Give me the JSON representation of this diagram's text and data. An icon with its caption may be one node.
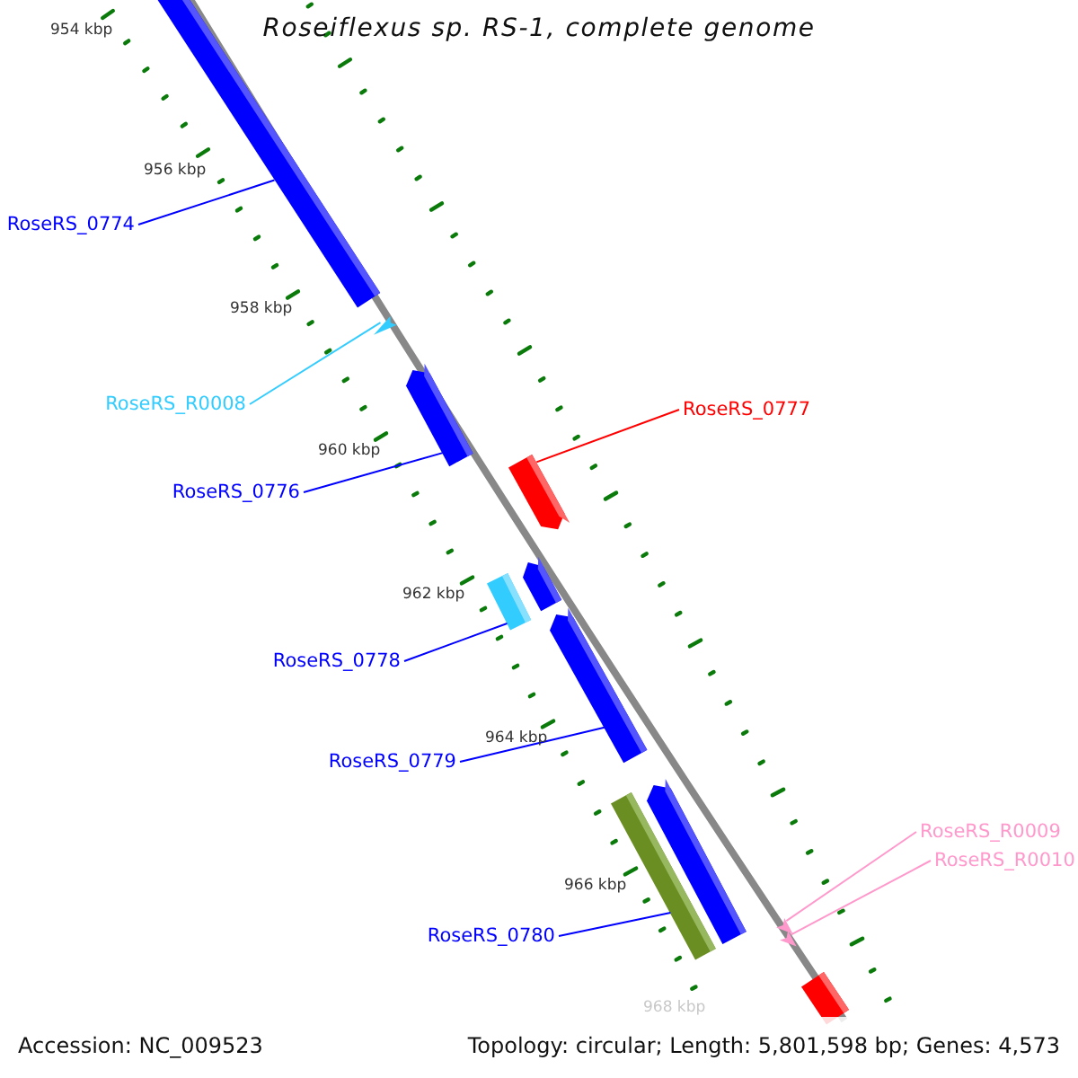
{
  "diagram": {
    "title": "Roseiflexus sp. RS-1, complete genome",
    "nodes": [
      {
        "text": [
          "RoseRS_0774"
        ]
      },
      {
        "text": [],
        "shape": "bar"
      },
      {
        "text": [
          "RoseRS_R0008"
        ]
      },
      {
        "text": [],
        "shape": "pentagon"
      },
      {
        "text": [
          "RoseRS_0776"
        ]
      },
      {
        "text": [],
        "shape": "pentagon"
      },
      {
        "text": [
          "RoseRS_0777"
        ]
      },
      {
        "text": [],
        "shape": "pentagon"
      },
      {
        "text": [],
        "shape": "pentagon"
      },
      {
        "text": [
          "RoseRS_0778"
        ]
      },
      {
        "text": [],
        "shape": "bar"
      },
      {
        "text": [
          "RoseRS_0779"
        ]
      },
      {
        "text": [],
        "shape": "pentagon"
      },
      {
        "text": [
          "RoseRS_R0009"
        ]
      },
      {
        "text": [
          "RoseRS_R0010"
        ]
      },
      {
        "text": [],
        "shape": "pentagon"
      },
      {
        "text": [],
        "shape": "pentagon"
      },
      {
        "text": [
          "RoseRS_0780"
        ]
      },
      {
        "text": [],
        "shape": "bar"
      },
      {
        "text": [],
        "shape": "pentagon"
      },
      {
        "text": [],
        "shape": "bar"
      }
    ],
    "edges": [
      {
        "from": 0,
        "to": 1,
        "arrow": "none"
      },
      {
        "from": 2,
        "to": 3,
        "arrow": "none",
        "color": "#33ccff"
      },
      {
        "from": 4,
        "to": 5,
        "arrow": "none"
      },
      {
        "from": 6,
        "to": 7,
        "arrow": "none",
        "color": "#ff0000"
      },
      {
        "from": 9,
        "to": 10,
        "arrow": "none"
      },
      {
        "from": 11,
        "to": 12,
        "arrow": "none"
      },
      {
        "from": 13,
        "to": 15,
        "arrow": "none",
        "color": "#ff99cc"
      },
      {
        "from": 14,
        "to": 16,
        "arrow": "none",
        "color": "#ff99cc"
      },
      {
        "from": 17,
        "to": 18,
        "arrow": "none"
      }
    ],
    "labels": [
      "954 kbp",
      "956 kbp",
      "958 kbp",
      "960 kbp",
      "962 kbp",
      "964 kbp",
      "966 kbp",
      "968 kbp",
      "Accession: NC_009523",
      "Topology: circular; Length: 5,801,598 bp; Genes: 4,573"
    ]
  }
}
